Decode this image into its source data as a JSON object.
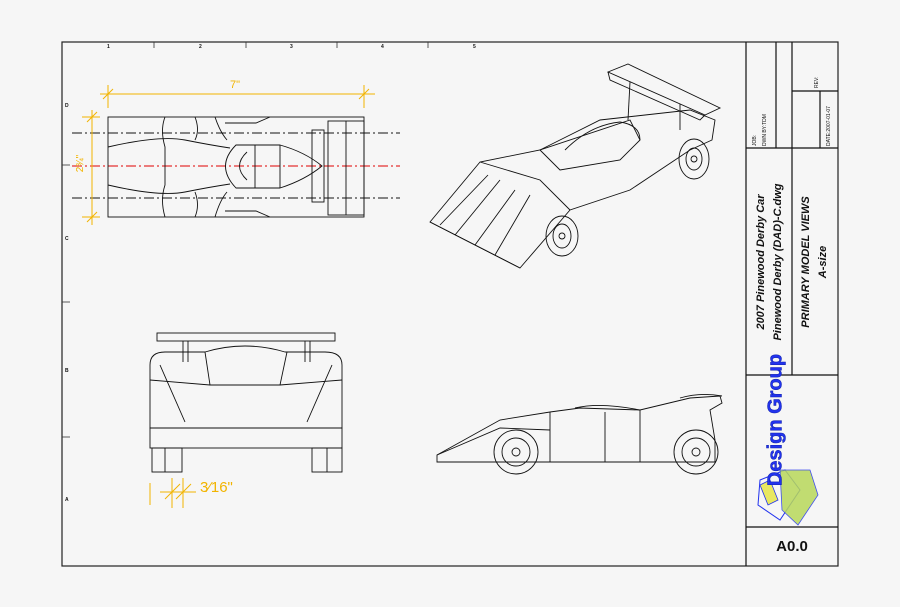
{
  "title_block": {
    "project": "2007 Pinewood Derby Car",
    "file": "Pinewood Derby (DAD)-C.dwg",
    "view_title": "PRIMARY MODEL VIEWS",
    "size": "A-size",
    "job_label": "JOB:",
    "drawn_by": "DWN BY:TDM",
    "rev_label": "REV:",
    "date": "DATE:2007-01-07",
    "sheet": "A0.0",
    "logo_text": "Design Group"
  },
  "border": {
    "columns": [
      "1",
      "2",
      "3",
      "4",
      "5"
    ],
    "rows": [
      "D",
      "C",
      "B",
      "A"
    ]
  },
  "dimensions": {
    "length": "7\"",
    "width": "2¾\"",
    "wheel_offset": "3⁄16\""
  },
  "colors": {
    "dimension": "#f2b400",
    "centerline": "#e00000",
    "logo_blue": "#2233ee",
    "logo_green": "#b8d85a"
  }
}
